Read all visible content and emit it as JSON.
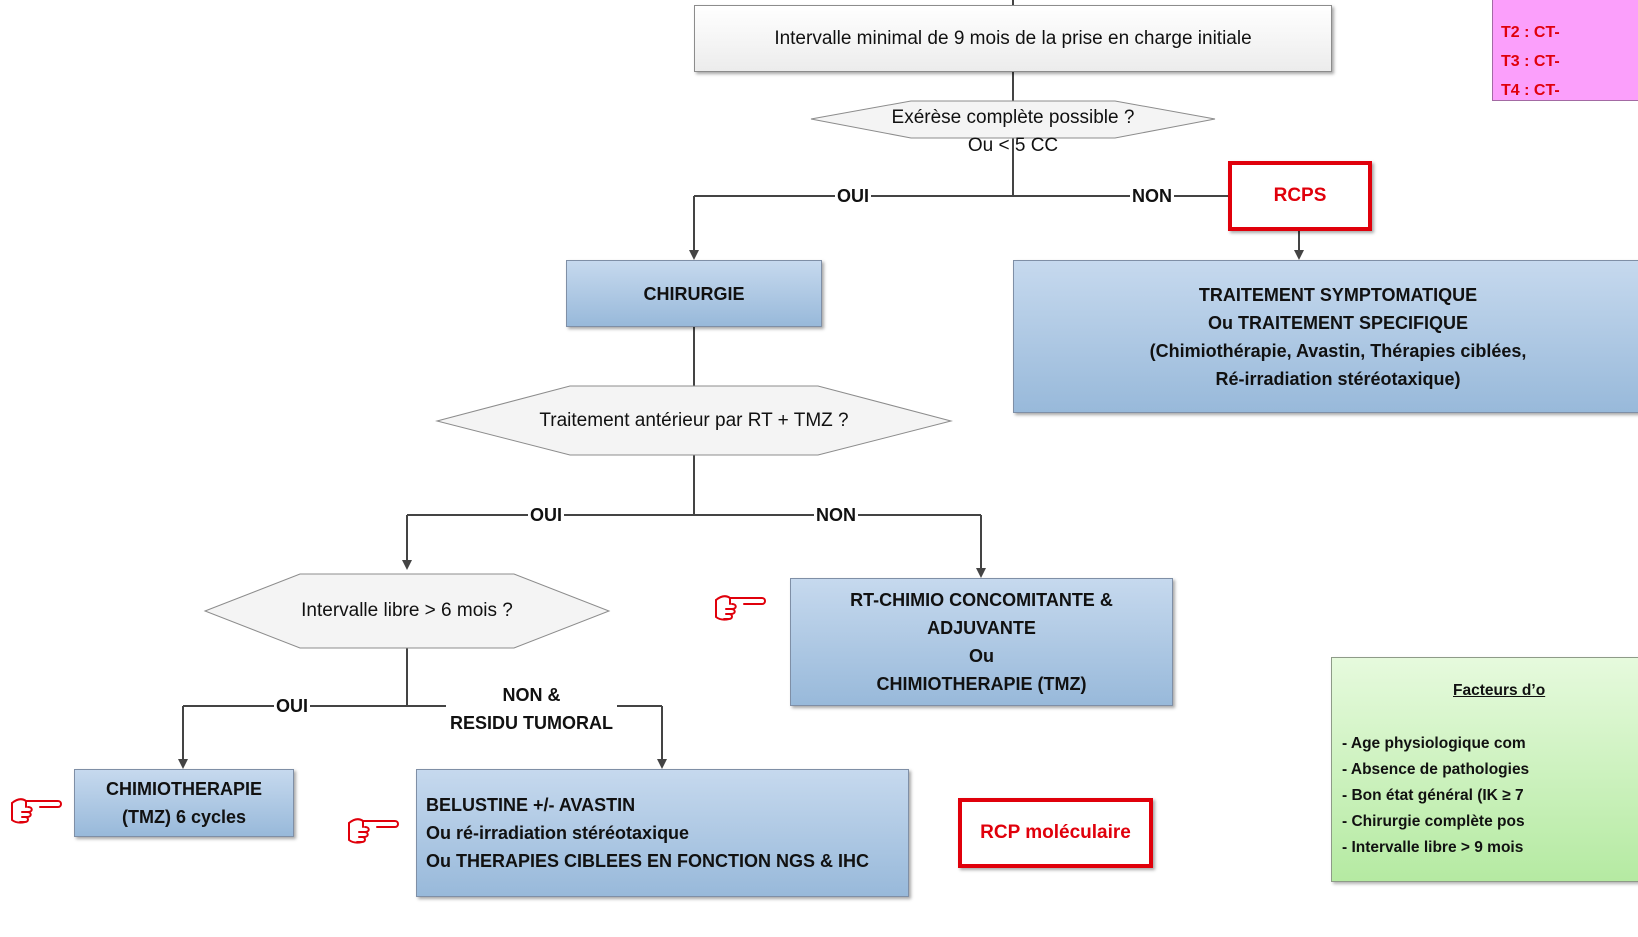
{
  "colors": {
    "line": "#444444",
    "red": "#e0000b",
    "blue_box": "#b0c9e4",
    "pink_box": "#fb9ffb",
    "green_box": "#d3f4c6"
  },
  "nodes": {
    "intervalle_minimal": "Intervalle minimal de 9 mois de la prise en charge initiale",
    "exerese_line1": "Exérèse complète possible ?",
    "exerese_line2": "Ou < 5 CC",
    "chirurgie": "CHIRURGIE",
    "rcps": "RCPS",
    "traitement": [
      "TRAITEMENT SYMPTOMATIQUE",
      "Ou TRAITEMENT SPECIFIQUE",
      "(Chimiothérapie, Avastin, Thérapies ciblées,",
      "Ré-irradiation stéréotaxique)"
    ],
    "traitement_anterieur": "Traitement antérieur par RT + TMZ ?",
    "rt_chimio": [
      "RT-CHIMIO CONCOMITANTE  &",
      "ADJUVANTE",
      "Ou",
      "CHIMIOTHERAPIE (TMZ)"
    ],
    "intervalle_libre": "Intervalle libre > 6 mois ?",
    "chimiotherapie": [
      "CHIMIOTHERAPIE",
      "(TMZ) 6 cycles"
    ],
    "belustine": [
      "BELUSTINE +/- AVASTIN",
      "Ou ré-irradiation stéréotaxique",
      "Ou THERAPIES CIBLEES EN FONCTION NGS & IHC"
    ],
    "rcp_moleculaire": "RCP moléculaire"
  },
  "labels": {
    "oui": "OUI",
    "non": "NON",
    "non_residu": [
      "NON &",
      "RESIDU TUMORAL"
    ]
  },
  "pink_box_lines": [
    "T2 : CT-",
    "T3 : CT-",
    "T4 : CT-"
  ],
  "green_box": {
    "title": "Facteurs d’o",
    "items": [
      "- Age physiologique com",
      "- Absence de pathologies",
      "- Bon état général (IK ≥ 7",
      "- Chirurgie complète pos",
      "- Intervalle libre > 9 mois"
    ]
  },
  "icons": {
    "pointer": "pointing-hand-icon"
  }
}
